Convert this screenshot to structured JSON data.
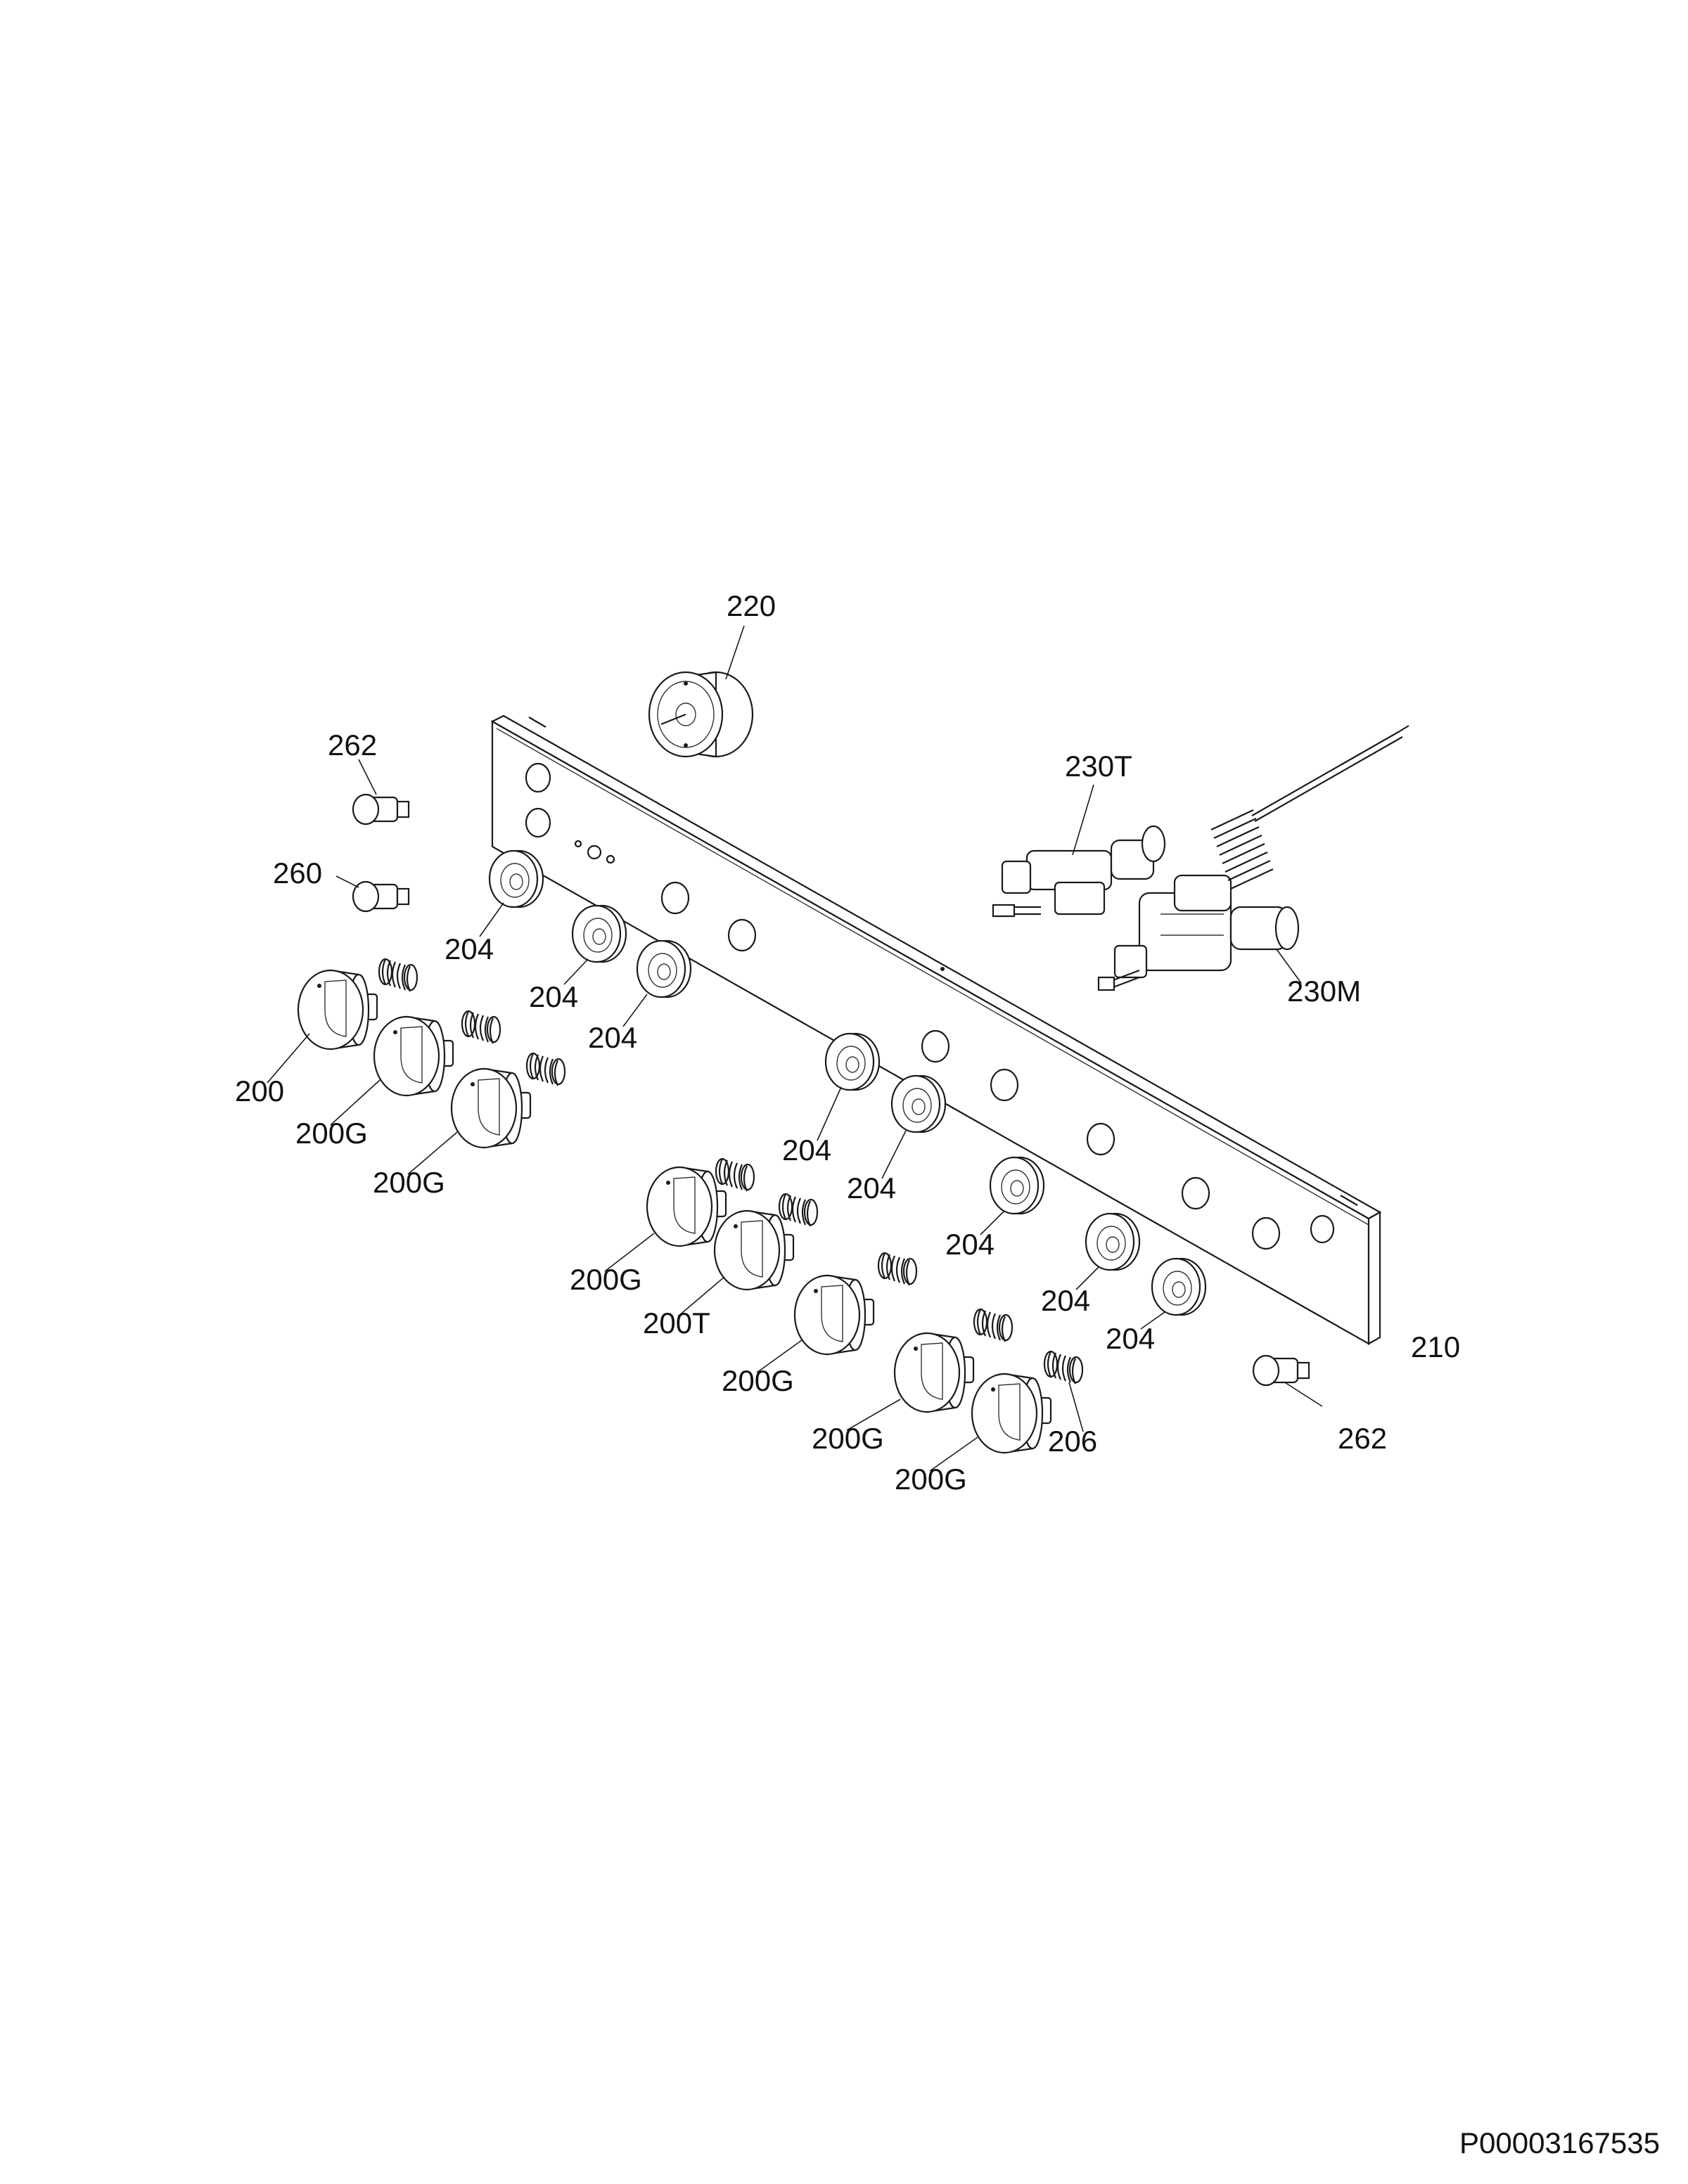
{
  "document_id": "P00003167535",
  "labels": {
    "timer": "220",
    "indicator_top": "262",
    "indicator_mid": "260",
    "indicator_bottom": "262",
    "valve_thermo": "230T",
    "valve_main": "230M",
    "panel": "210",
    "spring": "206",
    "knob_first": "200",
    "knob_g": "200G",
    "knob_t": "200T",
    "ring": "204"
  },
  "colors": {
    "line": "#1a1a1a",
    "background": "#ffffff"
  }
}
